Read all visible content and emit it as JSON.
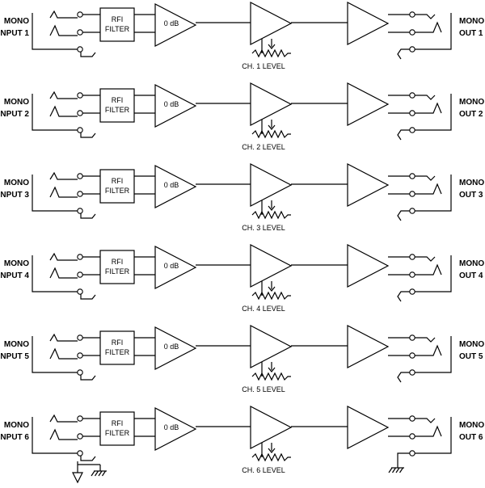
{
  "diagram": {
    "channels": [
      {
        "input": [
          "MONO",
          "INPUT 1"
        ],
        "filter": [
          "RFI",
          "FILTER"
        ],
        "gain": "0 dB",
        "level": "CH. 1 LEVEL",
        "output": [
          "MONO",
          "OUT 1"
        ]
      },
      {
        "input": [
          "MONO",
          "INPUT 2"
        ],
        "filter": [
          "RFI",
          "FILTER"
        ],
        "gain": "0 dB",
        "level": "CH. 2 LEVEL",
        "output": [
          "MONO",
          "OUT 2"
        ]
      },
      {
        "input": [
          "MONO",
          "INPUT 3"
        ],
        "filter": [
          "RFI",
          "FILTER"
        ],
        "gain": "0 dB",
        "level": "CH. 3 LEVEL",
        "output": [
          "MONO",
          "OUT 3"
        ]
      },
      {
        "input": [
          "MONO",
          "INPUT 4"
        ],
        "filter": [
          "RFI",
          "FILTER"
        ],
        "gain": "0 dB",
        "level": "CH. 4 LEVEL",
        "output": [
          "MONO",
          "OUT 4"
        ]
      },
      {
        "input": [
          "MONO",
          "INPUT 5"
        ],
        "filter": [
          "RFI",
          "FILTER"
        ],
        "gain": "0 dB",
        "level": "CH. 5 LEVEL",
        "output": [
          "MONO",
          "OUT 5"
        ]
      },
      {
        "input": [
          "MONO",
          "INPUT 6"
        ],
        "filter": [
          "RFI",
          "FILTER"
        ],
        "gain": "0 dB",
        "level": "CH. 6 LEVEL",
        "output": [
          "MONO",
          "OUT 6"
        ]
      }
    ],
    "icons": {
      "ground": "ground-icon",
      "chassis_ground": "chassis-ground-icon",
      "jack": "jack-icon",
      "potentiometer": "potentiometer-icon",
      "amplifier": "amplifier-icon"
    }
  }
}
